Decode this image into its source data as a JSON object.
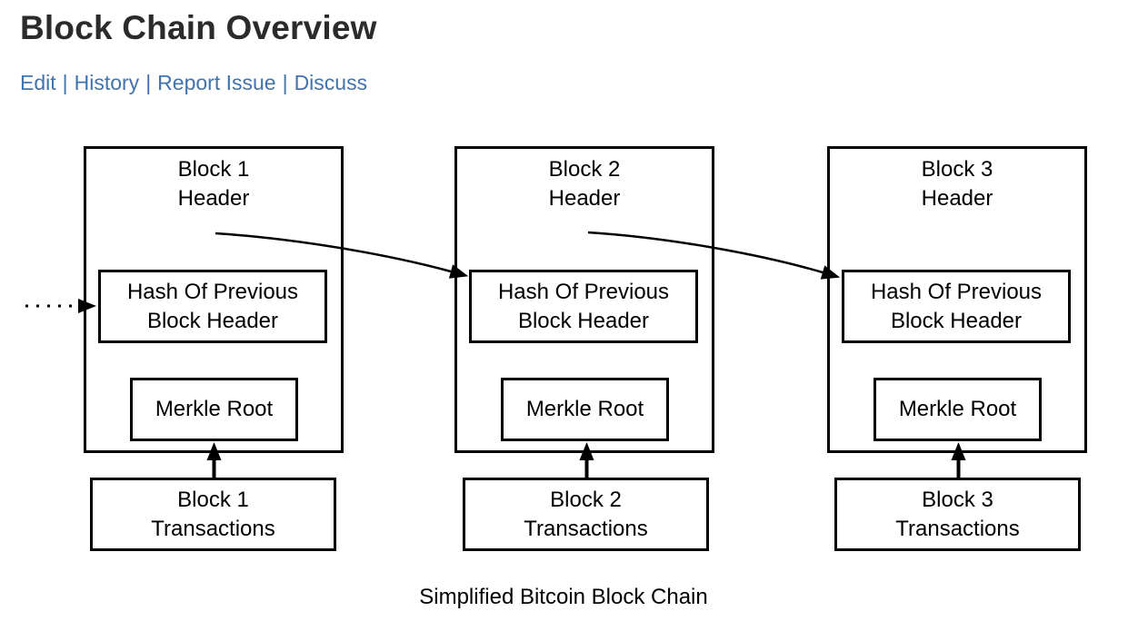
{
  "header": {
    "title": "Block Chain Overview",
    "links": [
      "Edit",
      "History",
      "Report Issue",
      "Discuss"
    ],
    "separator": "|"
  },
  "diagram": {
    "caption": "Simplified Bitcoin Block Chain",
    "blocks": [
      {
        "header_line1": "Block 1",
        "header_line2": "Header",
        "hash_line1": "Hash Of Previous",
        "hash_line2": "Block Header",
        "merkle_label": "Merkle Root",
        "tx_line1": "Block 1",
        "tx_line2": "Transactions"
      },
      {
        "header_line1": "Block 2",
        "header_line2": "Header",
        "hash_line1": "Hash Of Previous",
        "hash_line2": "Block Header",
        "merkle_label": "Merkle Root",
        "tx_line1": "Block 2",
        "tx_line2": "Transactions"
      },
      {
        "header_line1": "Block 3",
        "header_line2": "Header",
        "hash_line1": "Hash Of Previous",
        "hash_line2": "Block Header",
        "merkle_label": "Merkle Root",
        "tx_line1": "Block 3",
        "tx_line2": "Transactions"
      }
    ]
  },
  "colors": {
    "link_blue": "#4173ad",
    "title_dark": "#2b2b2b",
    "line_black": "#000000",
    "background": "#ffffff"
  }
}
